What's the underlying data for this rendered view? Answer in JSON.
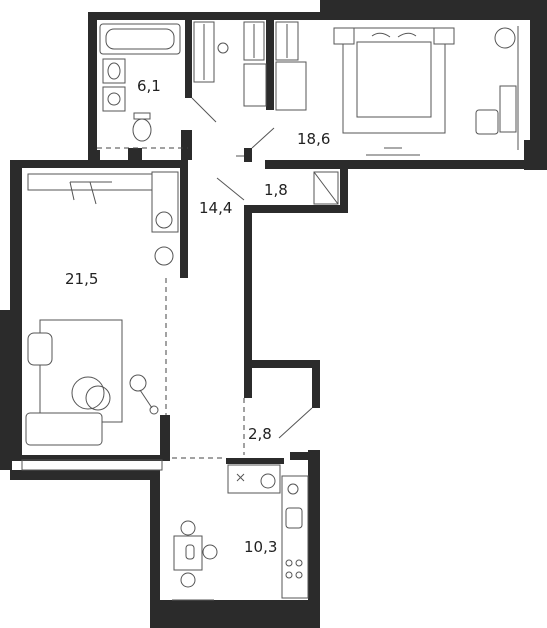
{
  "rooms": [
    {
      "id": "bathroom",
      "area": "6,1"
    },
    {
      "id": "bedroom",
      "area": "18,6"
    },
    {
      "id": "storage",
      "area": "1,8"
    },
    {
      "id": "hall",
      "area": "14,4"
    },
    {
      "id": "living",
      "area": "21,5"
    },
    {
      "id": "corridor",
      "area": "2,8"
    },
    {
      "id": "kitchen",
      "area": "10,3"
    }
  ],
  "colors": {
    "wall": "#2b2b2b",
    "line": "#555555",
    "background": "#ffffff"
  }
}
